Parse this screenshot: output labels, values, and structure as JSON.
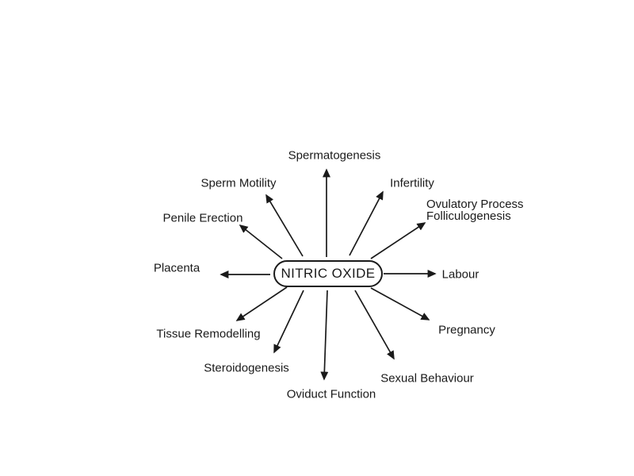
{
  "diagram": {
    "type": "hub-and-spoke",
    "center_label": "NITRIC OXIDE",
    "spokes": [
      {
        "label": "Spermatogenesis"
      },
      {
        "label": "Infertility"
      },
      {
        "label": "Ovulatory Process",
        "sub_label": "Folliculogenesis"
      },
      {
        "label": "Labour"
      },
      {
        "label": "Pregnancy"
      },
      {
        "label": "Sexual Behaviour"
      },
      {
        "label": "Oviduct Function"
      },
      {
        "label": "Steroidogenesis"
      },
      {
        "label": "Tissue Remodelling"
      },
      {
        "label": "Placenta"
      },
      {
        "label": "Penile Erection"
      },
      {
        "label": "Sperm Motility"
      }
    ],
    "colors": {
      "ink": "#1a1a1a",
      "background": "#ffffff"
    }
  }
}
